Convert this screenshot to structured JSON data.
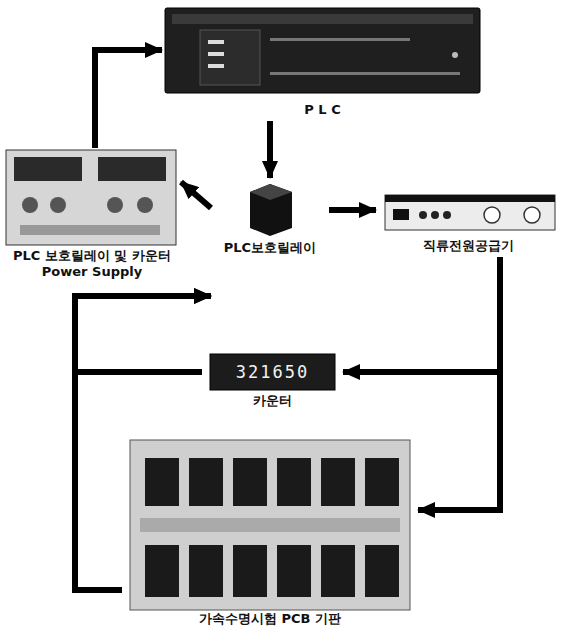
{
  "diagram": {
    "nodes": [
      {
        "text": [
          "P L C"
        ]
      },
      {
        "text": [
          "PLC 보호릴레이 및 카운터 Power Supply"
        ]
      },
      {
        "text": [
          "PLC보호릴레이"
        ]
      },
      {
        "text": [
          "직류전원공급기"
        ]
      },
      {
        "text": [
          "카운터"
        ]
      },
      {
        "text": [
          "가속수명시험 PCB 기판"
        ]
      }
    ],
    "edges": [
      {
        "from": 1,
        "to": 0,
        "arrow": "to"
      },
      {
        "from": 0,
        "to": 2,
        "arrow": "to"
      },
      {
        "from": 2,
        "to": 1,
        "arrow": "to"
      },
      {
        "from": 2,
        "to": 3,
        "arrow": "to"
      },
      {
        "from": 3,
        "to": 4,
        "arrow": "to"
      },
      {
        "from": 3,
        "to": 5,
        "arrow": "to"
      },
      {
        "from": 4,
        "to": 2,
        "arrow": "to"
      },
      {
        "from": 5,
        "to": 2,
        "arrow": "to"
      }
    ],
    "labels": [
      "321650"
    ]
  }
}
